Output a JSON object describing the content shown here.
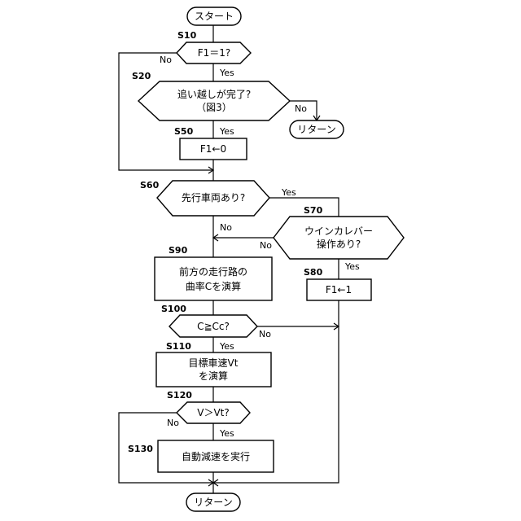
{
  "nodes": {
    "start": "スタート",
    "s10": {
      "step": "S10",
      "text": "F1＝1?"
    },
    "s20": {
      "step": "S20",
      "line1": "追い越しが完了?",
      "line2": "（図3）"
    },
    "return1": "リターン",
    "s50": {
      "step": "S50",
      "text": "F1←0"
    },
    "s60": {
      "step": "S60",
      "text": "先行車両あり?"
    },
    "s70": {
      "step": "S70",
      "line1": "ウインカレバー",
      "line2": "操作あり?"
    },
    "s80": {
      "step": "S80",
      "text": "F1←1"
    },
    "s90": {
      "step": "S90",
      "line1": "前方の走行路の",
      "line2": "曲率Cを演算"
    },
    "s100": {
      "step": "S100",
      "text": "C≧Cc?"
    },
    "s110": {
      "step": "S110",
      "line1": "目標車速Vt",
      "line2": "を演算"
    },
    "s120": {
      "step": "S120",
      "text": "V＞Vt?"
    },
    "s130": {
      "step": "S130",
      "text": "自動減速を実行"
    },
    "return2": "リターン"
  },
  "branches": {
    "yes": "Yes",
    "no": "No"
  }
}
